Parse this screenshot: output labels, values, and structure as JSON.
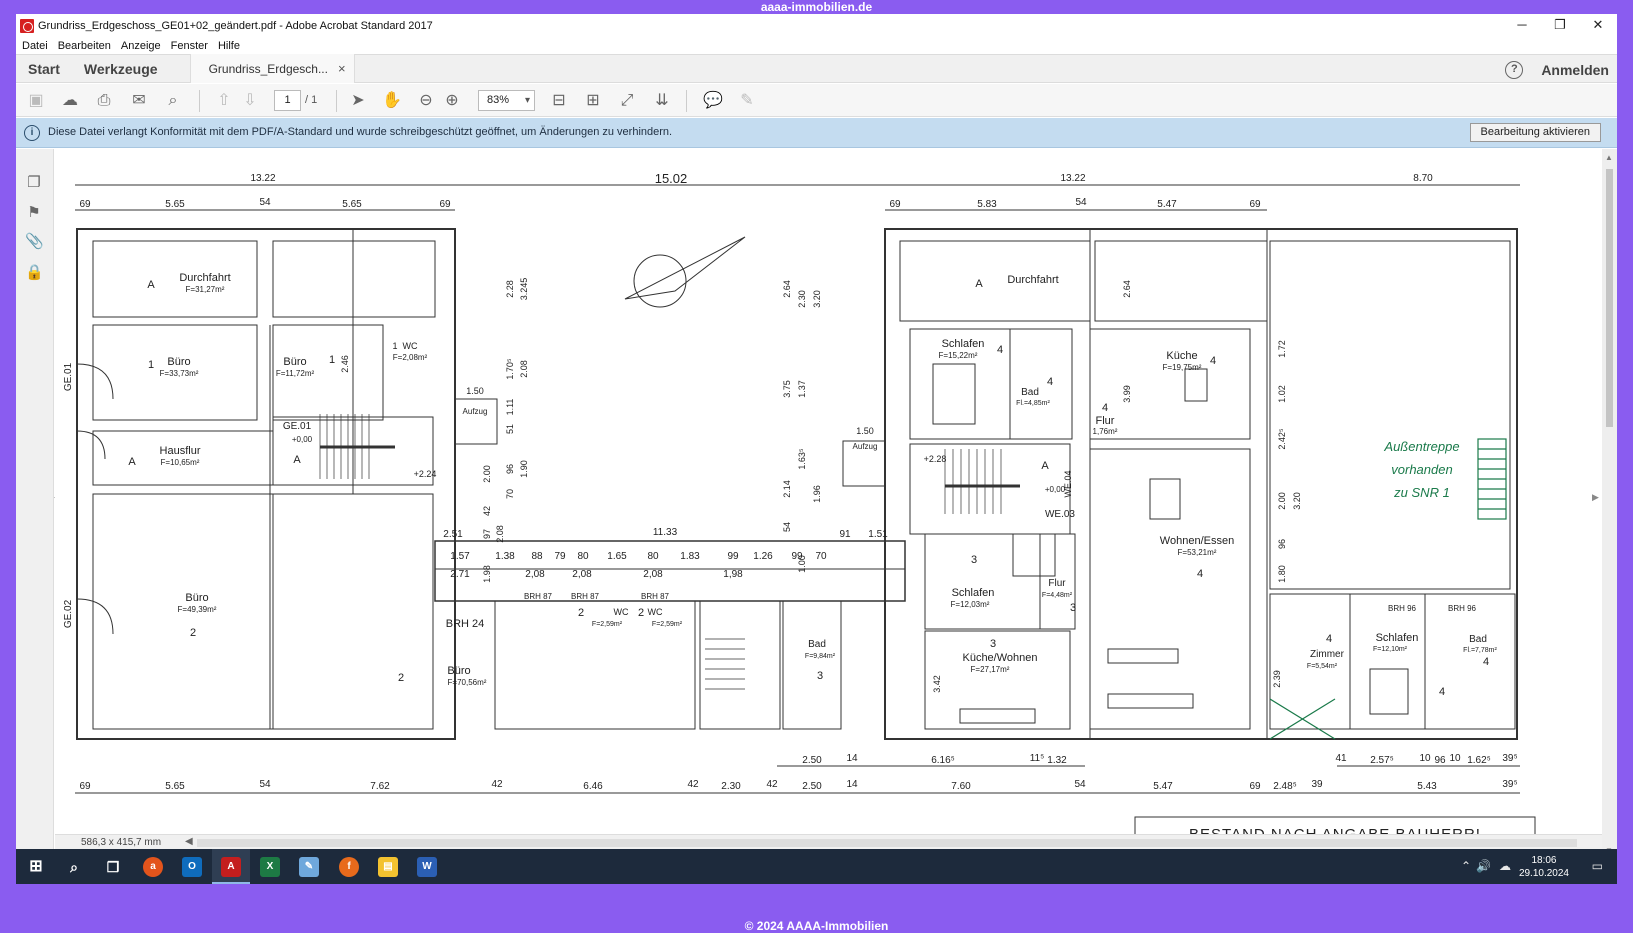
{
  "banner": {
    "top": "aaaa-immobilien.de",
    "bottom": "© 2024 AAAA-Immobilien"
  },
  "window": {
    "title": "Grundriss_Erdgeschoss_GE01+02_geändert.pdf - Adobe Acrobat Standard 2017",
    "controls": [
      "─",
      "❐",
      "✕"
    ]
  },
  "menu": [
    "Datei",
    "Bearbeiten",
    "Anzeige",
    "Fenster",
    "Hilfe"
  ],
  "tabs": {
    "start": "Start",
    "tools": "Werkzeuge",
    "document": "Grundriss_Erdgesch...",
    "close": "×",
    "help": "?",
    "login": "Anmelden"
  },
  "toolbar": {
    "page_current": "1",
    "page_total": "/ 1",
    "zoom": "83%"
  },
  "infobar": {
    "message": "Diese Datei verlangt Konformität mit dem PDF/A-Standard und wurde schreibgeschützt geöffnet, um Änderungen zu verhindern.",
    "button": "Bearbeitung aktivieren"
  },
  "status": {
    "page_size": "586,3 x 415,7 mm"
  },
  "taskbar": {
    "time": "18:06",
    "date": "29.10.2024"
  },
  "plan": {
    "dims_top_outer": [
      "13.22",
      "15.02",
      "13.22",
      "8.70"
    ],
    "dims_top_left": [
      "69",
      "5.65",
      "54",
      "5.65",
      "69"
    ],
    "dims_top_right": [
      "69",
      "5.83",
      "54",
      "5.47",
      "69"
    ],
    "dims_bottom": [
      "69",
      "5.65",
      "54",
      "7.62",
      "42",
      "6.46",
      "42",
      "2.30",
      "42",
      "2.50",
      "14",
      "7.60",
      "54",
      "5.47",
      "69",
      "2.48⁵",
      "39",
      "5.43",
      "39⁵"
    ],
    "dims_bottom2": [
      "2.50",
      "14",
      "6.16⁵",
      "11⁵",
      "1.32",
      "41",
      "2.57⁵",
      "10",
      "96",
      "10",
      "1.62⁵",
      "39⁵"
    ],
    "dims_corridor": [
      "2.51",
      "1.57",
      "2.71",
      "1.38",
      "88",
      "79",
      "80",
      "1.65",
      "80",
      "1.83",
      "99",
      "1.26",
      "99",
      "70",
      "91",
      "1.51",
      "11.33"
    ],
    "dims_corridor2": [
      "2,08",
      "2,08",
      "2,08",
      "1,98"
    ],
    "dims_vertical": [
      "2.28",
      "3.245",
      "2.08",
      "1.70⁵",
      "1.11",
      "51",
      "2.00",
      "1.90",
      "96",
      "70",
      "42",
      "97",
      "2.08",
      "1.98",
      "2.64",
      "3.75",
      "2.14",
      "2.30",
      "3.20",
      "1.37",
      "1.63⁵",
      "1.96",
      "54",
      "1.00",
      "2.64",
      "2.46",
      "3.99",
      "1.72",
      "1.02",
      "2.42⁵",
      "2.00",
      "3.20",
      "96",
      "1.80",
      "3.42",
      "2.39"
    ],
    "rooms": [
      {
        "label": "Durchfahrt",
        "area": "F=31,27m²",
        "tag": "A"
      },
      {
        "label": "Büro",
        "area": "F=33,73m²",
        "tag": "1"
      },
      {
        "label": "Büro",
        "area": "F=11,72m²",
        "tag": "1"
      },
      {
        "label": "WC",
        "area": "F=2,08m²",
        "tag": "1"
      },
      {
        "label": "Hausflur",
        "area": "F=10,65m²",
        "tag": "A"
      },
      {
        "label": "GE.01",
        "area": "+0,00",
        "tag": "A"
      },
      {
        "label": "Büro",
        "area": "F=49,39m²",
        "tag": "2"
      },
      {
        "label": "Büro",
        "area": "F=70,56m²",
        "tag": "2"
      },
      {
        "label": "WC",
        "area": "F=2,59m²",
        "tag": "2"
      },
      {
        "label": "WC",
        "area": "F=2,59m²",
        "tag": "2"
      },
      {
        "label": "Durchfahrt",
        "area": "",
        "tag": "A"
      },
      {
        "label": "Schlafen",
        "area": "F=15,22m²",
        "tag": "4"
      },
      {
        "label": "Bad",
        "area": "Fl.=4,85m²",
        "tag": "4"
      },
      {
        "label": "Küche",
        "area": "F=19,75m²",
        "tag": "4"
      },
      {
        "label": "Flur",
        "area": "1,76m²",
        "tag": "4"
      },
      {
        "label": "WE.04",
        "area": "",
        "tag": "A"
      },
      {
        "label": "WE.03",
        "area": "+0,00",
        "tag": ""
      },
      {
        "label": "Wohnen/Essen",
        "area": "F=53,21m²",
        "tag": "4"
      },
      {
        "label": "Schlafen",
        "area": "F=12,03m²",
        "tag": "3"
      },
      {
        "label": "Flur",
        "area": "F=4,48m²",
        "tag": "3"
      },
      {
        "label": "Küche/Wohnen",
        "area": "F=27,17m²",
        "tag": "3"
      },
      {
        "label": "Bad",
        "area": "F=9,84m²",
        "tag": "3"
      },
      {
        "label": "Zimmer",
        "area": "F=5,54m²",
        "tag": "4"
      },
      {
        "label": "Schlafen",
        "area": "F=12,10m²",
        "tag": "4"
      },
      {
        "label": "Bad",
        "area": "Fl.=7,78m²",
        "tag": "4"
      }
    ],
    "misc_labels": [
      "GE.01",
      "GE.02",
      "BRH 24",
      "BRH 87",
      "BRH 96",
      "Aufzug",
      "+2.24",
      "+2.28",
      "+0,00",
      "1.50"
    ],
    "handwritten": [
      "Außentreppe",
      "vorhanden",
      "zu SNR 1"
    ],
    "title_block": "BESTAND NACH ANGABE BAUHERR!"
  }
}
